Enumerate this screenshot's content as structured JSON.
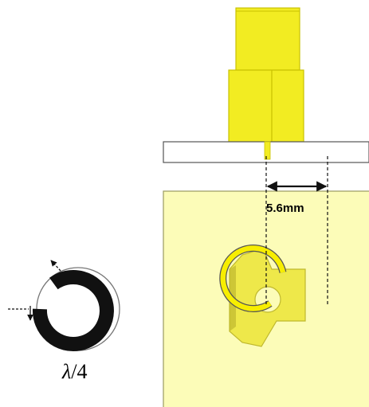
{
  "labels": {
    "dimension": "5.6mm",
    "lambda_symbol": "λ",
    "lambda_fraction": "/4"
  },
  "colors": {
    "connector_yellow": "#F2EC22",
    "connector_shadow": "#C9C200",
    "substrate_fill": "#FCFCB8",
    "substrate_edge": "#9A9A60",
    "patch_fill": "#EEE84A",
    "patch_shadow": "#BFB82E",
    "ring_yellow": "#F7EE00",
    "line_black": "#111111"
  }
}
